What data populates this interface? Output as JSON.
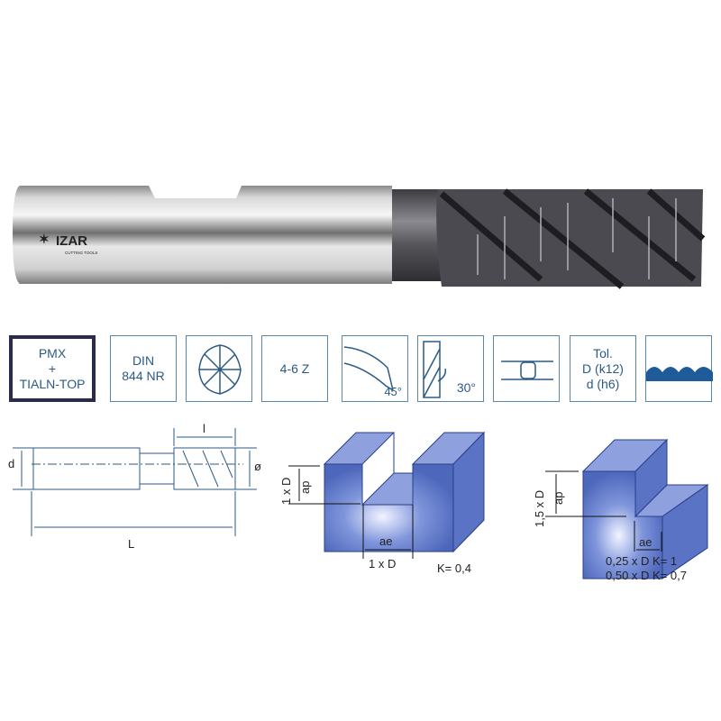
{
  "product": {
    "brand": "IZAR",
    "brand_tagline": "CUTTING TOOLS"
  },
  "icons": [
    {
      "name": "coating",
      "lines": [
        "PMX",
        "+",
        "TIALN-TOP"
      ]
    },
    {
      "name": "standard",
      "lines": [
        "DIN",
        "844 NR"
      ]
    },
    {
      "name": "end-face-icon",
      "lines": []
    },
    {
      "name": "flutes",
      "lines": [
        "4-6 Z"
      ]
    },
    {
      "name": "chamfer-angle-icon",
      "lines": [
        "45°"
      ]
    },
    {
      "name": "helix-angle-icon",
      "lines": [
        "30°"
      ]
    },
    {
      "name": "weldon-shank-icon",
      "lines": []
    },
    {
      "name": "tolerance",
      "lines": [
        "Tol.",
        "D (k12)",
        "d (h6)"
      ]
    },
    {
      "name": "roughing-profile-icon",
      "lines": []
    }
  ],
  "dimension_drawing": {
    "d": "d",
    "l": "l",
    "L": "L",
    "diameter": "ø"
  },
  "slot_diagram": {
    "depth": "1 x D",
    "ap": "ap",
    "ae": "ae",
    "width": "1 x D",
    "k": "K= 0,4"
  },
  "side_diagram": {
    "depth": "1,5 x D",
    "ap": "ap",
    "ae": "ae",
    "line1": "0,25 x D K= 1",
    "line2": "0,50 x D K= 0,7"
  },
  "colors": {
    "accent": "#2b5a86",
    "block": "#5b78c9",
    "coating": "#2a2a4a"
  }
}
